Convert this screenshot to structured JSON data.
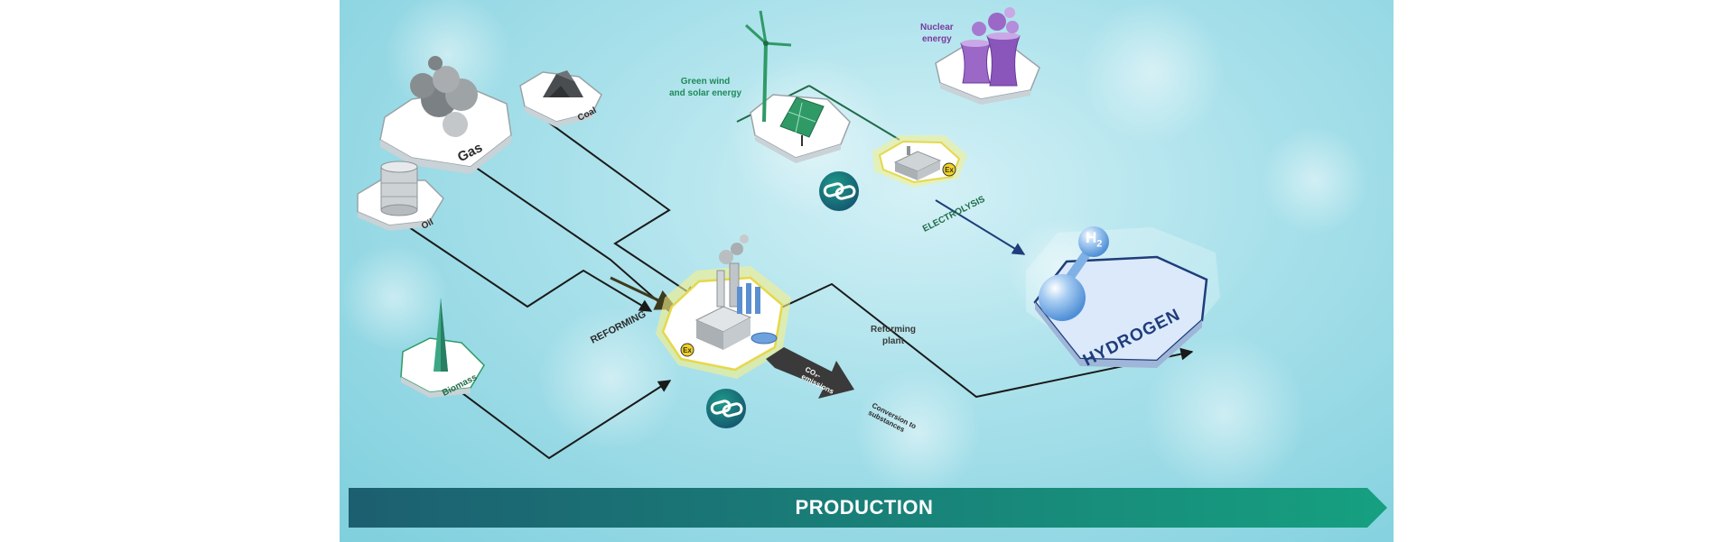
{
  "labels": {
    "gas": "Gas",
    "coal": "Coal",
    "oil": "Oil",
    "biomass": "Biomass",
    "green_wind_solar": "Green wind\nand solar energy",
    "nuclear": "Nuclear\nenergy",
    "electrolysis": "ELECTROLYSIS",
    "reforming": "REFORMING",
    "reforming_plant": "Reforming\nplant",
    "co2_emissions": "CO₂-\nemissions",
    "conversion": "Conversion to\nsubstances",
    "hydrogen": "HYDROGEN",
    "h2_symbol": "H",
    "h2_subscript": "2",
    "production": "PRODUCTION"
  },
  "icons": {
    "gas_cloud": "gas-cloud-icon",
    "coal_pile": "coal-pile-icon",
    "oil_barrel": "oil-barrel-icon",
    "biomass_tree": "biomass-tree-icon",
    "wind_turbine": "wind-turbine-icon",
    "solar_panel": "solar-panel-icon",
    "cooling_towers": "cooling-towers-icon",
    "electrolysis_plant": "electrolysis-plant-icon",
    "reforming_plant": "reforming-plant-icon",
    "hazard": "hazard-badge-icon",
    "chain_link": "chain-link-icon",
    "h2_molecule": "h2-molecule-icon"
  },
  "colors": {
    "flow_line": "#1a1a1a",
    "electrolysis_arrow": "#1f3d7a",
    "reforming_arrow": "#3d3a1e",
    "green_label": "#1f8a5a",
    "nuclear_label": "#7a3aa0",
    "hydrogen_text": "#1f3d7a",
    "highlight": "#f6f08a",
    "production_start": "#1c5f70",
    "production_end": "#16a080"
  }
}
